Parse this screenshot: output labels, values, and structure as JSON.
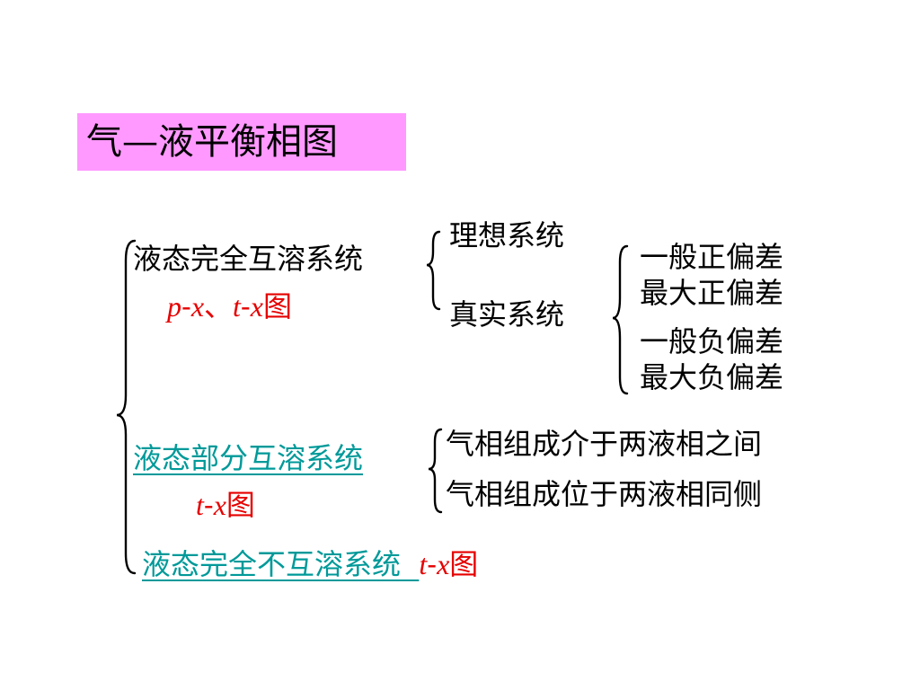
{
  "title": "气—液平衡相图",
  "complete_miscible": {
    "label": "液态完全互溶系统",
    "diagram_px": "p",
    "diagram_x1": "x",
    "diagram_sep": "、",
    "diagram_t": "t",
    "diagram_x2": "x",
    "diagram_suffix": "图",
    "ideal": "理想系统",
    "real": "真实系统",
    "deviations": [
      "一般正偏差",
      "最大正偏差",
      "一般负偏差",
      "最大负偏差"
    ]
  },
  "partial_miscible": {
    "label": "液态部分互溶系统",
    "diagram_t": "t",
    "diagram_x": "x",
    "diagram_suffix": "图",
    "cases": [
      "气相组成介于两液相之间",
      "气相组成位于两液相同侧"
    ]
  },
  "immiscible": {
    "label": "液态完全不互溶系统",
    "diagram_t": "t",
    "diagram_x": "x",
    "diagram_suffix": "图"
  },
  "colors": {
    "title_bg": "#ff99ff",
    "diagram_text": "#e60000",
    "link_text": "#009999"
  }
}
